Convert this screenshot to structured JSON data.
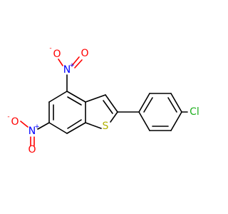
{
  "molecule": {
    "atoms": {
      "n1": "N",
      "n1_charge": "+",
      "o1": "O",
      "o1_charge": "-",
      "o2": "O",
      "n2": "N",
      "n2_charge": "+",
      "o3": "O",
      "o3_charge": "-",
      "o4": "O",
      "s": "S",
      "cl": "Cl"
    },
    "colors": {
      "bond": "#000000",
      "nitrogen": "#0000ff",
      "oxygen": "#ff0000",
      "sulfur": "#b2b200",
      "chlorine": "#1fb01f"
    }
  }
}
